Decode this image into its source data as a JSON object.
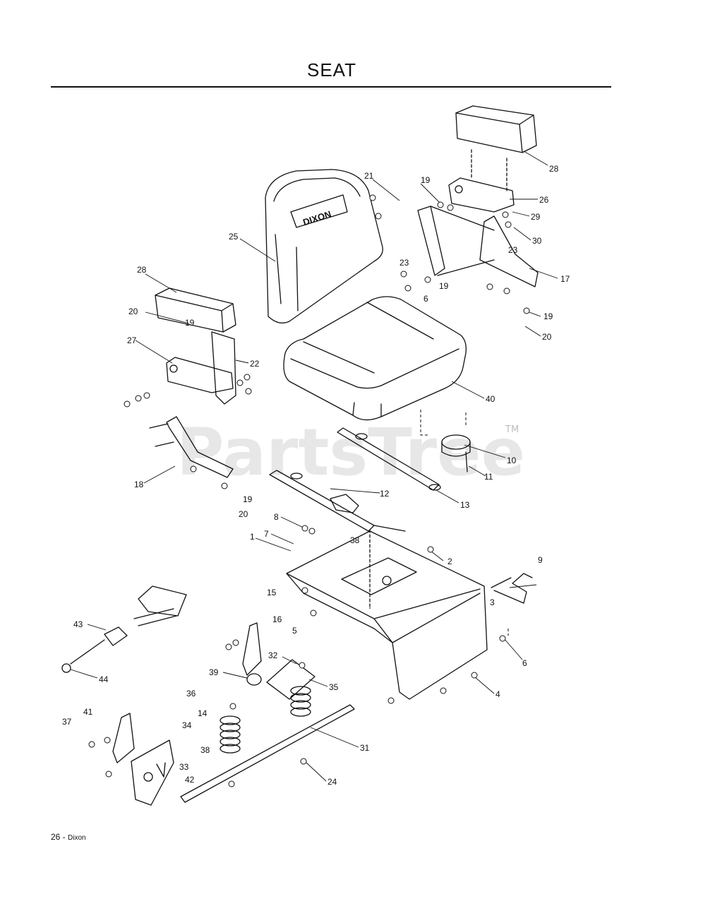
{
  "page": {
    "title": "SEAT",
    "page_number": "26 -",
    "brand": "Dixon"
  },
  "watermark": {
    "text": "PartsTree",
    "tm": "TM"
  },
  "seat_logo": "DIXON",
  "callouts": [
    {
      "id": "c28a",
      "label": "28"
    },
    {
      "id": "c26",
      "label": "26"
    },
    {
      "id": "c21",
      "label": "21"
    },
    {
      "id": "c19a",
      "label": "19"
    },
    {
      "id": "c29",
      "label": "29"
    },
    {
      "id": "c30",
      "label": "30"
    },
    {
      "id": "c25",
      "label": "25"
    },
    {
      "id": "c23a",
      "label": "23"
    },
    {
      "id": "c23b",
      "label": "23"
    },
    {
      "id": "c17",
      "label": "17"
    },
    {
      "id": "c19b",
      "label": "19"
    },
    {
      "id": "c6a",
      "label": "6"
    },
    {
      "id": "c19c",
      "label": "19"
    },
    {
      "id": "c20a",
      "label": "20"
    },
    {
      "id": "c28b",
      "label": "28"
    },
    {
      "id": "c20b",
      "label": "20"
    },
    {
      "id": "c19d",
      "label": "19"
    },
    {
      "id": "c27",
      "label": "27"
    },
    {
      "id": "c22",
      "label": "22"
    },
    {
      "id": "c40",
      "label": "40"
    },
    {
      "id": "c10",
      "label": "10"
    },
    {
      "id": "c11",
      "label": "11"
    },
    {
      "id": "c18",
      "label": "18"
    },
    {
      "id": "c19e",
      "label": "19"
    },
    {
      "id": "c20c",
      "label": "20"
    },
    {
      "id": "c12",
      "label": "12"
    },
    {
      "id": "c13",
      "label": "13"
    },
    {
      "id": "c8",
      "label": "8"
    },
    {
      "id": "c7",
      "label": "7"
    },
    {
      "id": "c1",
      "label": "1"
    },
    {
      "id": "c38a",
      "label": "38"
    },
    {
      "id": "c2",
      "label": "2"
    },
    {
      "id": "c9",
      "label": "9"
    },
    {
      "id": "c3",
      "label": "3"
    },
    {
      "id": "c15",
      "label": "15"
    },
    {
      "id": "c16",
      "label": "16"
    },
    {
      "id": "c5",
      "label": "5"
    },
    {
      "id": "c43",
      "label": "43"
    },
    {
      "id": "c44",
      "label": "44"
    },
    {
      "id": "c32",
      "label": "32"
    },
    {
      "id": "c39",
      "label": "39"
    },
    {
      "id": "c35",
      "label": "35"
    },
    {
      "id": "c6b",
      "label": "6"
    },
    {
      "id": "c4",
      "label": "4"
    },
    {
      "id": "c36",
      "label": "36"
    },
    {
      "id": "c14",
      "label": "14"
    },
    {
      "id": "c41",
      "label": "41"
    },
    {
      "id": "c37",
      "label": "37"
    },
    {
      "id": "c34",
      "label": "34"
    },
    {
      "id": "c38b",
      "label": "38"
    },
    {
      "id": "c33",
      "label": "33"
    },
    {
      "id": "c42",
      "label": "42"
    },
    {
      "id": "c31",
      "label": "31"
    },
    {
      "id": "c24",
      "label": "24"
    }
  ]
}
